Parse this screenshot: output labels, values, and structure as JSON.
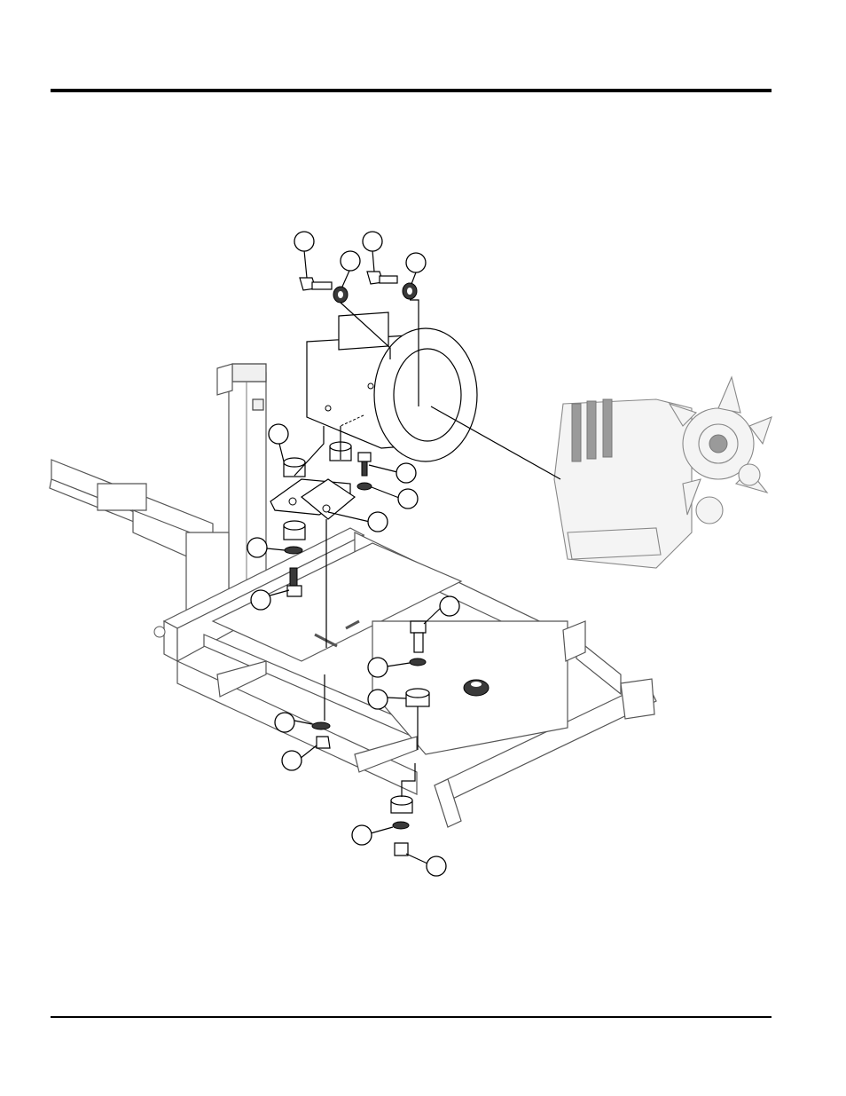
{
  "page": {
    "callouts": [
      "",
      "",
      "",
      "",
      "",
      "",
      "",
      "",
      "",
      "",
      "",
      "",
      "",
      "",
      "",
      "",
      ""
    ]
  },
  "diagram": {
    "parts": [
      "frame",
      "generator",
      "engine",
      "bracket",
      "isolator",
      "bolt",
      "washer",
      "nut"
    ]
  }
}
